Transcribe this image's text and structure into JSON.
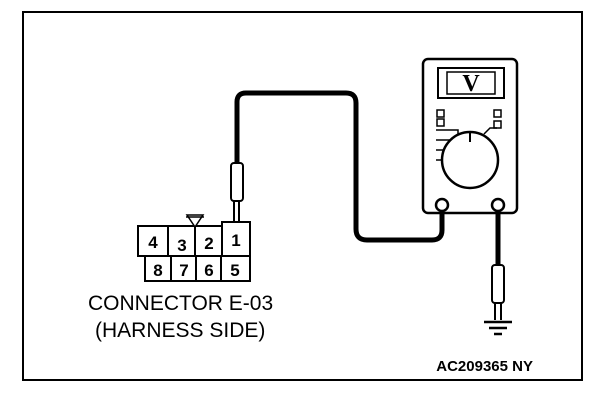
{
  "connector": {
    "pins_top": [
      "4",
      "3",
      "2",
      "1"
    ],
    "pins_bottom": [
      "8",
      "7",
      "6",
      "5"
    ],
    "name": "CONNECTOR E-03",
    "side": "(HARNESS SIDE)"
  },
  "meter": {
    "mode_letter": "V",
    "icon": "digital-multimeter-icon"
  },
  "ground_icon": "ground-symbol-icon",
  "reference_code": "AC209365 NY"
}
